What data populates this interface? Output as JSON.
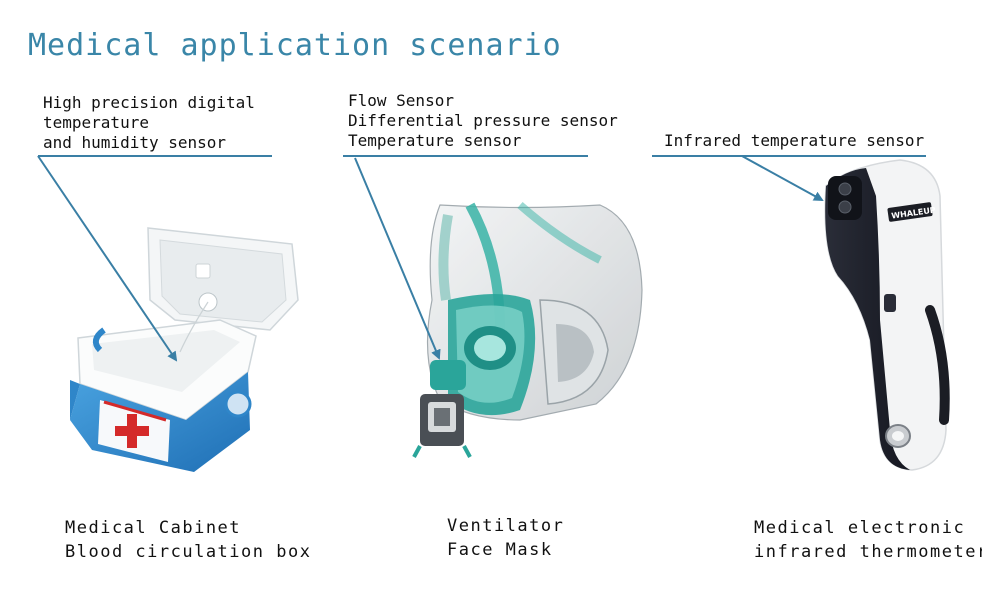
{
  "title": "Medical application scenario",
  "colors": {
    "title": "#3a86a8",
    "leader": "#3a7fa5",
    "teal": "#2aa59a",
    "blue": "#2f86c9",
    "red": "#d42a2a"
  },
  "labels": {
    "cabinet_sensor": [
      "High precision digital",
      "temperature",
      "and humidity sensor"
    ],
    "mask_sensor": [
      "Flow Sensor",
      "Differential pressure sensor",
      "Temperature sensor"
    ],
    "thermo_sensor": [
      "Infrared temperature sensor"
    ]
  },
  "captions": {
    "cabinet": [
      "Medical Cabinet",
      "Blood circulation box"
    ],
    "mask": [
      "Ventilator",
      "Face Mask"
    ],
    "thermo": [
      "Medical electronic",
      "infrared thermometer"
    ]
  },
  "brand": "WHALEUP"
}
